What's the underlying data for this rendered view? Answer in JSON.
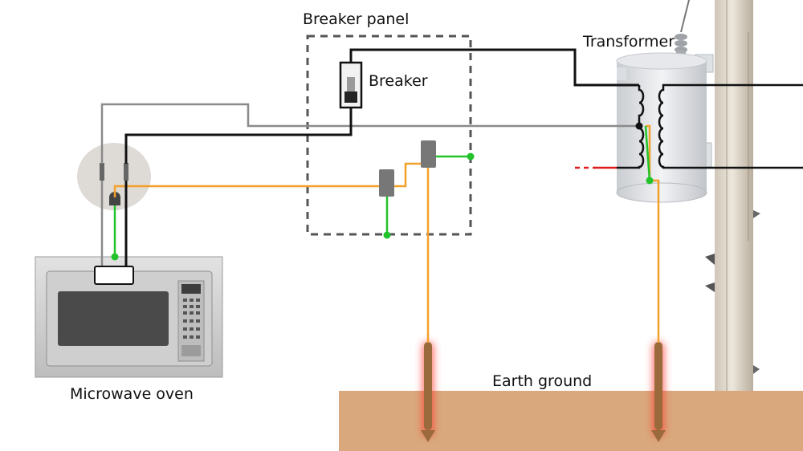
{
  "labels": {
    "breaker_panel": "Breaker panel",
    "breaker": "Breaker",
    "transformer": "Transformer",
    "microwave": "Microwave oven",
    "earth_ground": "Earth ground"
  },
  "colors": {
    "hot_wire": "#111111",
    "neutral_wire": "#8a8a8a",
    "ground_wire": "#f3a02a",
    "bond_wire": "#22c22a",
    "earth": "#d9a97d",
    "rod": "#9a6a3c",
    "rod_glow": "#ff3b30",
    "panel_border": "#555555"
  }
}
